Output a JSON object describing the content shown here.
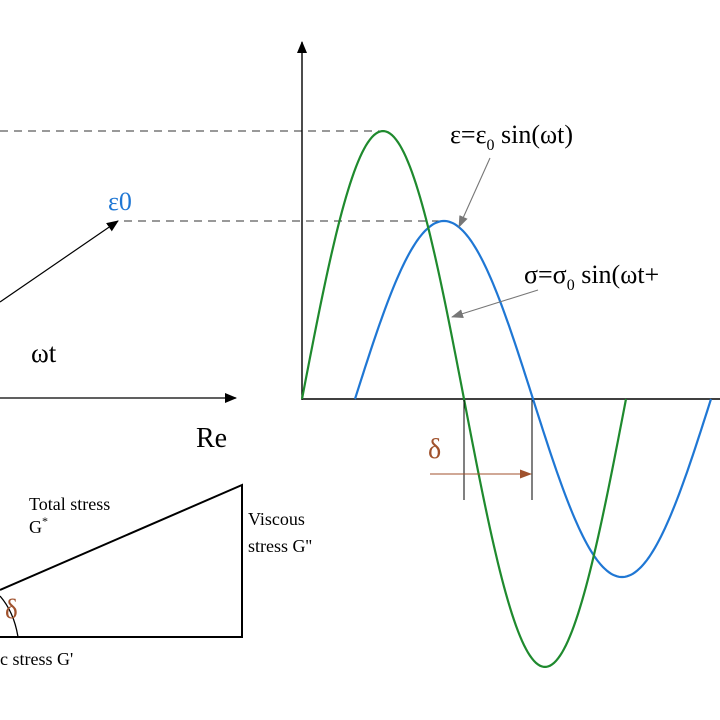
{
  "colors": {
    "strain": "#1f77d4",
    "stress": "#1f8a2e",
    "delta": "#a0522d",
    "ink": "#000000",
    "dash": "#333333"
  },
  "phasor": {
    "epsilon0_label": "ε0",
    "omega_t_label": "ωt",
    "re_label": "Re"
  },
  "waves": {
    "strain_eq_prefix": "ε=ε",
    "strain_eq_sub": "0",
    "strain_eq_suffix": " sin(ωt)",
    "stress_eq_prefix": "σ=σ",
    "stress_eq_sub": "0",
    "stress_eq_suffix": " sin(ωt+",
    "delta_label": "δ"
  },
  "triangle": {
    "total_line1": "Total stress",
    "total_line2": "G",
    "total_sup": "*",
    "viscous_line1": "Viscous",
    "viscous_line2": "stress G''",
    "elastic_label": "c stress G'",
    "delta_label": "δ"
  }
}
